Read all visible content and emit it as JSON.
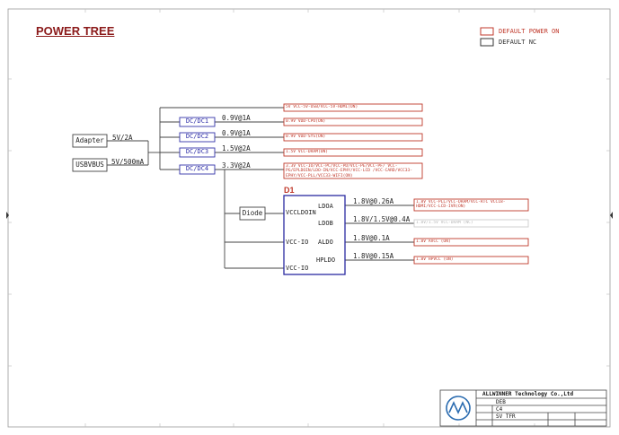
{
  "title": "POWER TREE",
  "legend": [
    {
      "label": "DEFAULT POWER ON",
      "color": "#c0392b"
    },
    {
      "label": "DEFAULT NC",
      "color": "#333333"
    }
  ],
  "inputs": [
    {
      "name": "Adapter",
      "rating": "5V/2A"
    },
    {
      "name": "USBVBUS",
      "rating": "5V/500mA"
    }
  ],
  "top_rail": "5V VCC-5V-USB/VCC-5V-HDMI(ON)",
  "converters": [
    {
      "name": "DC/DC1",
      "output": "0.9V@1A",
      "rail": "0.9V VDD-CPU(ON)"
    },
    {
      "name": "DC/DC2",
      "output": "0.9V@1A",
      "rail": "0.9V VDD-SYS(ON)"
    },
    {
      "name": "DC/DC3",
      "output": "1.5V@2A",
      "rail": "1.5V VCC-DRAM(ON)"
    },
    {
      "name": "DC/DC4",
      "output": "3.3V@2A",
      "rail": "3.3V VCC-IO/VCC-PC/VCC-PD/VCC-PE/VCC-PF/ VCC-PG/EPLDOIN/LDO-IN/VCC-EPHY/VCC-LCD /VCC-CARD/VCC33-EPHY/VCC-PLL/VCC33-WIFI(ON)"
    }
  ],
  "diode": "Diode",
  "pmic": {
    "name": "D1",
    "inputs": [
      "VCCLDOIN",
      "VCC-IO",
      "VCC-IO"
    ],
    "outputs": [
      {
        "pin": "LDOA",
        "output": "1.8V@0.26A",
        "rail": "1.8V VCC-PLL/VCC-DRAM/VCC-RTC VCC18-HDMI/VCC-LCD-IVR(ON)",
        "state": "on"
      },
      {
        "pin": "LDOB",
        "output": "1.8V/1.5V@0.4A",
        "rail": "1.8V/1.5V VCC-DRAM (NC)",
        "state": "nc"
      },
      {
        "pin": "ALDO",
        "output": "1.8V@0.1A",
        "rail": "1.8V AVCC (ON)",
        "state": "on"
      },
      {
        "pin": "HPLDO",
        "output": "1.8V@0.15A",
        "rail": "1.8V HPVCC (ON)",
        "state": "on"
      }
    ]
  },
  "title_block": {
    "company": "ALLWINNER Technology Co.,Ltd",
    "logo": "AW",
    "doc": "DEB",
    "line2": "C4",
    "line3": "SV TFR"
  }
}
